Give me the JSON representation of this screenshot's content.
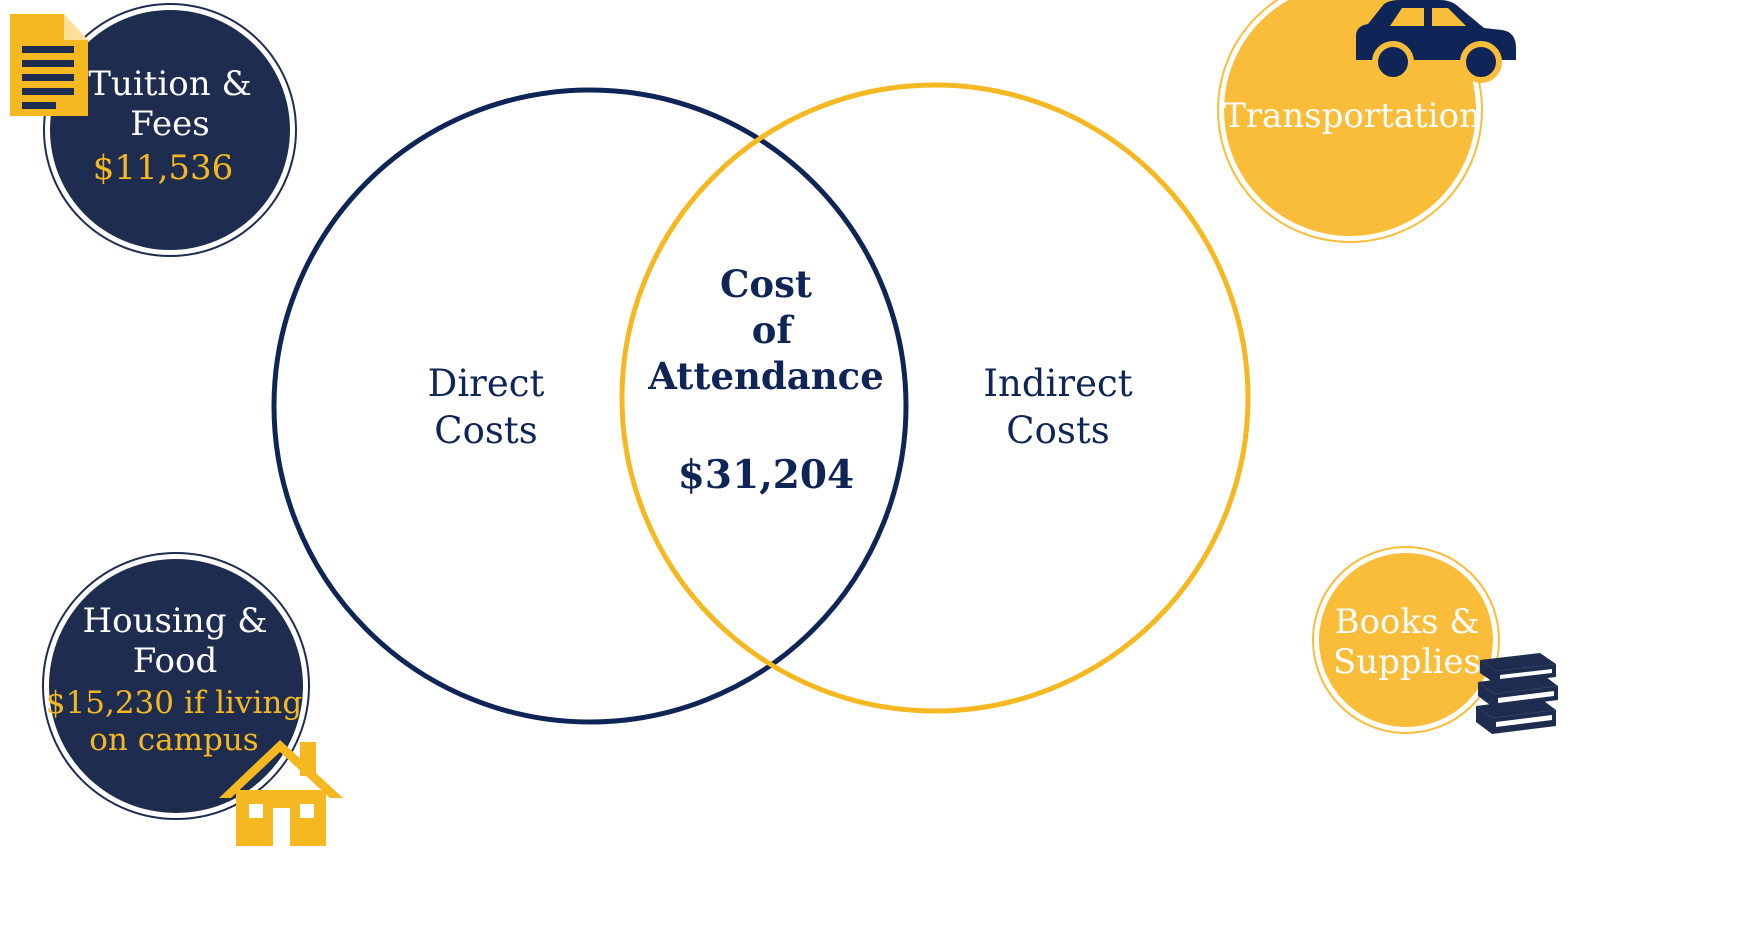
{
  "colors": {
    "navy": "#0f2557",
    "gold": "#f5b820",
    "badge_navy": "#1e2d4f",
    "badge_gold": "#f9bd3a"
  },
  "venn": {
    "left_line1": "Direct",
    "left_line2": "Costs",
    "right_line1": "Indirect",
    "right_line2": "Costs",
    "center_line1": "Cost",
    "center_line2": "of",
    "center_line3": "Attendance",
    "center_total": "$31,204"
  },
  "badges": {
    "tuition": {
      "line1": "Tuition &",
      "line2": "Fees",
      "amount": "$11,536",
      "icon": "document-icon"
    },
    "housing": {
      "line1": "Housing &",
      "line2": "Food",
      "amount_line1": "$15,230 if living",
      "amount_line2": "on campus",
      "icon": "house-icon"
    },
    "transportation": {
      "label": "Transportation",
      "icon": "car-icon"
    },
    "books": {
      "line1": "Books &",
      "line2": "Supplies",
      "icon": "books-icon"
    }
  }
}
